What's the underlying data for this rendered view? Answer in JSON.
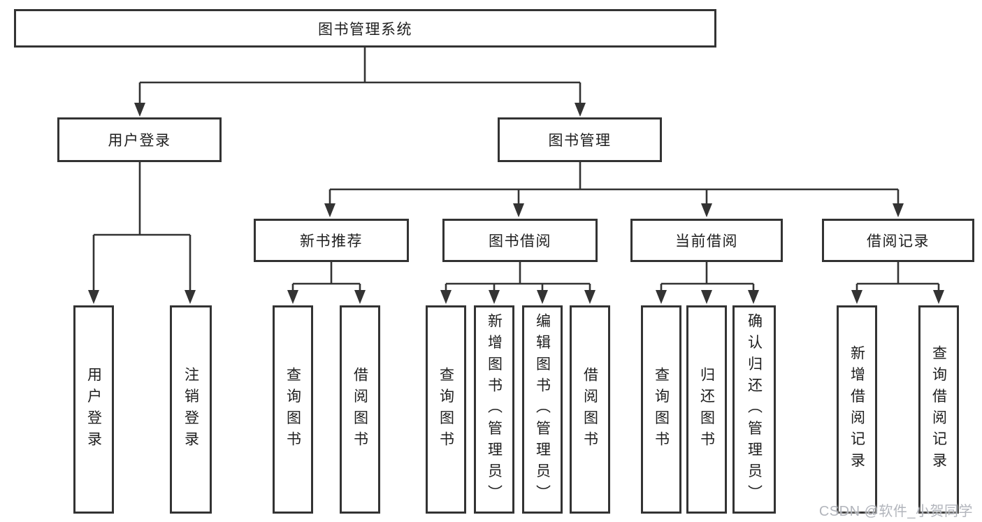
{
  "tree": {
    "root": {
      "label": "图书管理系统"
    },
    "branches": [
      {
        "label": "用户登录",
        "children": [
          {
            "label": "用户登录"
          },
          {
            "label": "注销登录"
          }
        ]
      },
      {
        "label": "图书管理",
        "children": [
          {
            "label": "新书推荐",
            "children": [
              {
                "label": "查询图书"
              },
              {
                "label": "借阅图书"
              }
            ]
          },
          {
            "label": "图书借阅",
            "children": [
              {
                "label": "查询图书"
              },
              {
                "label": "新增图书（管理员）"
              },
              {
                "label": "编辑图书（管理员）"
              },
              {
                "label": "借阅图书"
              }
            ]
          },
          {
            "label": "当前借阅",
            "children": [
              {
                "label": "查询图书"
              },
              {
                "label": "归还图书"
              },
              {
                "label": "确认归还（管理员）"
              }
            ]
          },
          {
            "label": "借阅记录",
            "children": [
              {
                "label": "新增借阅记录"
              },
              {
                "label": "查询借阅记录"
              }
            ]
          }
        ]
      }
    ]
  },
  "watermark": {
    "text": "CSDN @软件_小贺同学"
  },
  "colors": {
    "line": "#333333",
    "box_border": "#333333",
    "text": "#1e1e1e",
    "background": "#ffffff",
    "watermark": "#b2b5bc"
  }
}
